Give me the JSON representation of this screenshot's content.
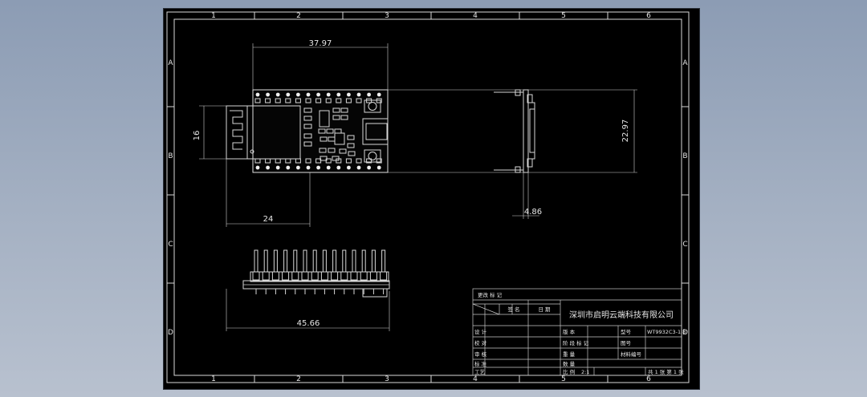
{
  "frame": {
    "columns": [
      "1",
      "2",
      "3",
      "4",
      "5",
      "6"
    ],
    "rows": [
      "A",
      "B",
      "C",
      "D"
    ]
  },
  "dimensions": {
    "top_width": "37.97",
    "left_height": "16",
    "bottom_inner": "24",
    "side_height": "22.97",
    "side_thickness": "4.86",
    "front_width": "45.66"
  },
  "title_block": {
    "header": "更改 标 记",
    "company": "深圳市启明云端科技有限公司",
    "col_headers": [
      "签 名",
      "日 期"
    ],
    "left_labels": [
      "设 计",
      "校 对",
      "审 核",
      "标 准",
      "工艺"
    ],
    "left_suffix": [
      "比 例"
    ],
    "mid_labels": [
      "版 本",
      "阶 段 标 记",
      "重 量",
      "数 量"
    ],
    "right_labels": [
      "型号",
      "图号",
      "材料编号"
    ],
    "model": "WT9932C3-1.8",
    "sheet": "共 1 张 第 1 张",
    "scale_value": "2:1"
  }
}
